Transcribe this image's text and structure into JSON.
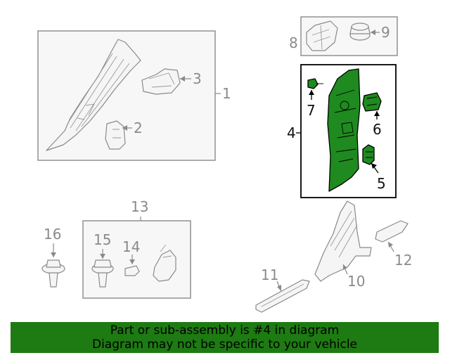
{
  "callouts": {
    "c1": "1",
    "c2": "2",
    "c3": "3",
    "c4": "4",
    "c5": "5",
    "c6": "6",
    "c7": "7",
    "c8": "8",
    "c9": "9",
    "c10": "10",
    "c11": "11",
    "c12": "12",
    "c13": "13",
    "c14": "14",
    "c15": "15",
    "c16": "16"
  },
  "highlight_color": "#1f8a1f",
  "banner": {
    "line1": "Part or sub-assembly is #4 in diagram",
    "line2": "Diagram may not be specific to your vehicle",
    "color": "#1e7a12"
  }
}
